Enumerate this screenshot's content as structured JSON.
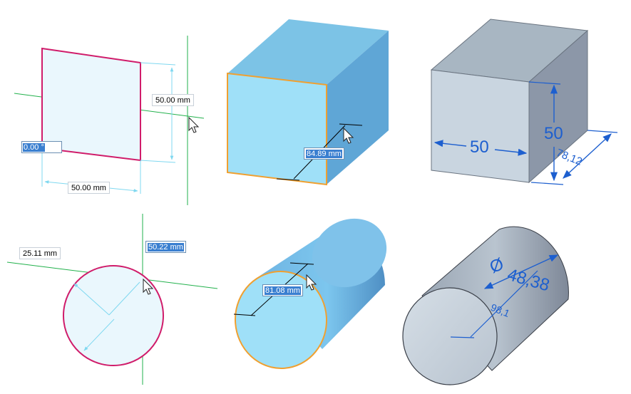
{
  "sketch_rect": {
    "dim_height": "50.00 mm",
    "dim_width": "50.00 mm",
    "dim_angle": "0.00 °"
  },
  "block_extrude": {
    "dim_extent": "84.89 mm"
  },
  "block_solid": {
    "pmi_width": "50",
    "pmi_height": "50",
    "pmi_depth": "78,12"
  },
  "sketch_circle": {
    "dim_offset": "25.11 mm",
    "dim_diameter": "50.22 mm"
  },
  "cylinder_extrude": {
    "dim_extent": "81.08 mm"
  },
  "cylinder_solid": {
    "diameter_symbol": "Ø",
    "pmi_diameter": "48,38",
    "pmi_length": "98,1"
  },
  "colors": {
    "sketch_profile": "#d01c6a",
    "sketch_fill": "#eaf7fd",
    "construction_axis": "#22b14c",
    "dimension_line": "#7fd8f0",
    "face_front": "#9fe0f8",
    "face_top": "#7cc3e6",
    "face_side": "#5fa6d6",
    "selection_edge": "#f0a030",
    "pmi_blue": "#1d5fcf",
    "solid_front": "#c9d5e0",
    "solid_top": "#a8b6c2",
    "solid_side": "#8c97a8"
  }
}
